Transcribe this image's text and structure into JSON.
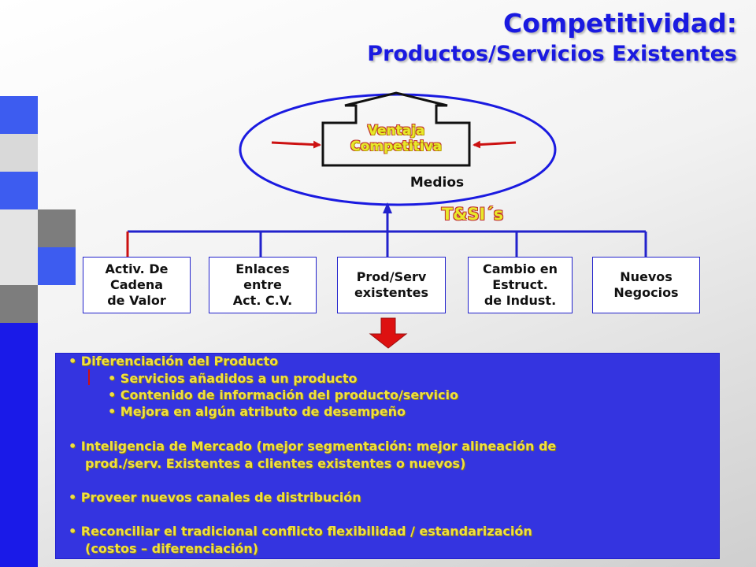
{
  "slide": {
    "title_line1": "Competitividad:",
    "title_line2": "Productos/Servicios Existentes"
  },
  "center": {
    "ventaja_line1": "Ventaja",
    "ventaja_line2": "Competitiva",
    "medios": "Medios",
    "tsi": "T&SI´s"
  },
  "boxes": [
    "Activ. De\nCadena\nde Valor",
    "Enlaces\nentre\nAct. C.V.",
    "Prod/Serv\nexistentes",
    "Cambio en\nEstruct.\nde Indust.",
    "Nuevos\nNegocios"
  ],
  "panel": {
    "b1": "Diferenciación del Producto",
    "b1a": "Servicios añadidos a un producto",
    "b1b": "Contenido de información del producto/servicio",
    "b1c": "Mejora en algún atributo de desempeño",
    "b2_line1": "Inteligencia de Mercado (mejor segmentación: mejor alineación de",
    "b2_line2": "prod./serv. Existentes a clientes existentes o nuevos)",
    "b3": "Proveer nuevos canales de distribución",
    "b4_line1": "Reconciliar el tradicional conflicto flexibilidad / estandarización",
    "b4_line2": "(costos – diferenciación)"
  },
  "colors": {
    "title": "#1a1ae0",
    "sq_blue": "#3d5cf0",
    "sq_gray": "#7d7d7d",
    "sq_light": "#d9d9d9",
    "connector": "#2222cc",
    "arrow_red": "#cc1111",
    "bullet_text": "#f0e040"
  }
}
